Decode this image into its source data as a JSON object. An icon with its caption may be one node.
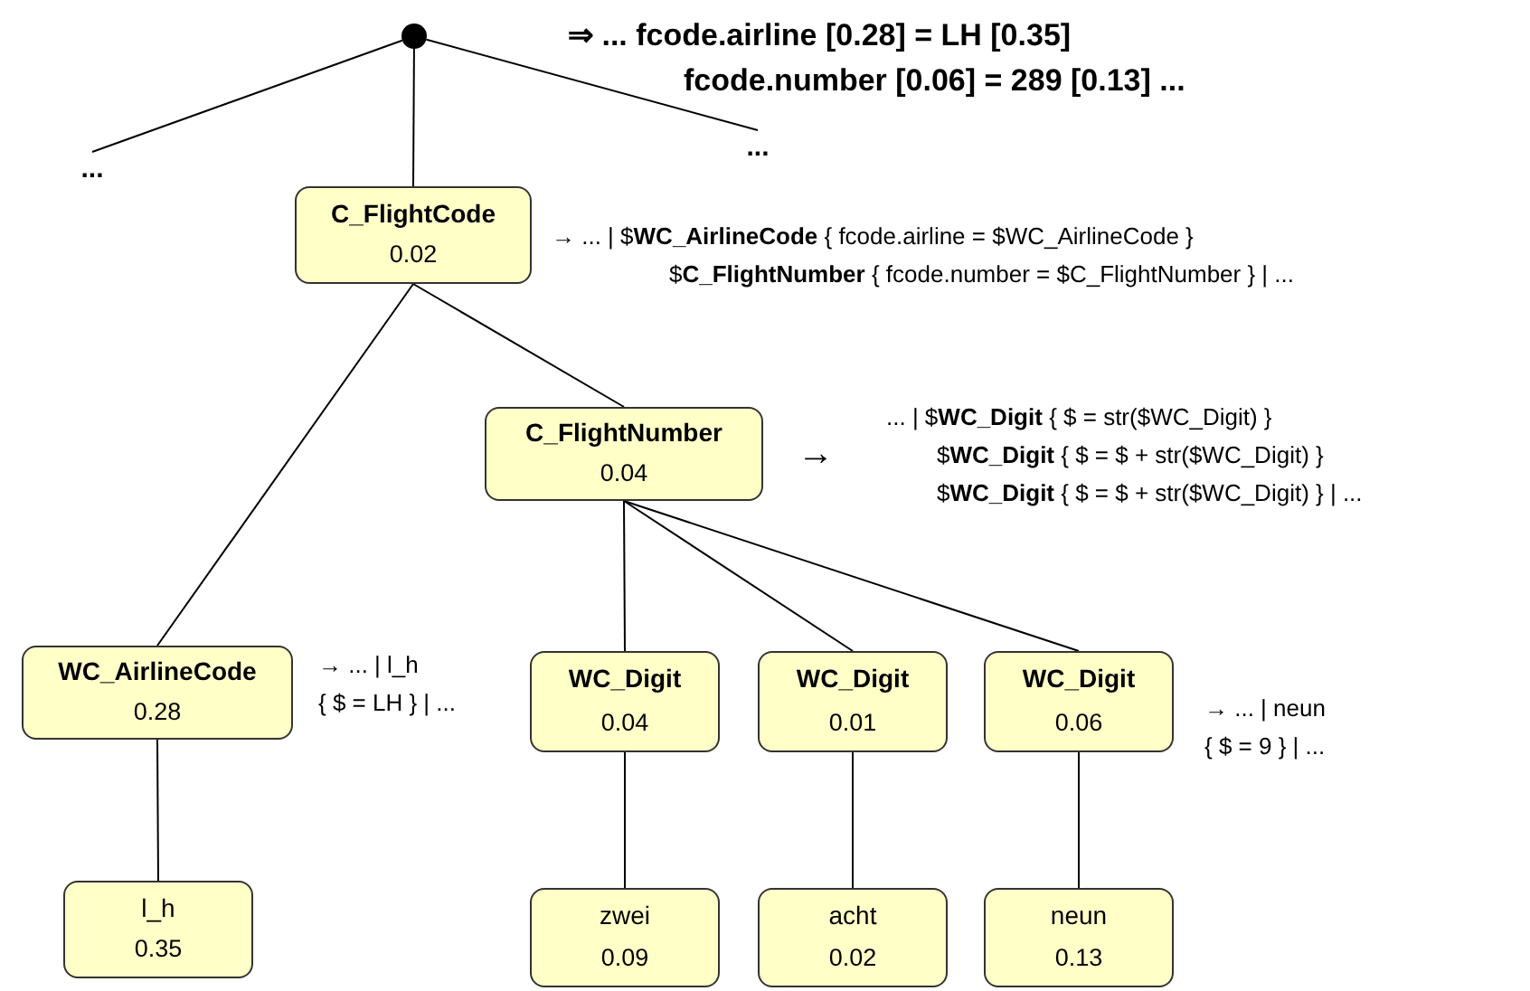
{
  "diagram": {
    "nodes": [
      {
        "text": [],
        "shape": "circle"
      },
      {
        "text": [
          "..."
        ]
      },
      {
        "text": [
          "C_FlightCode",
          "0.02"
        ],
        "beside": [
          "→ ... | $**WC_AirlineCode** { fcode.airline = $WC_AirlineCode }",
          "$**C_FlightNumber** { fcode.number = $C_FlightNumber } | ..."
        ]
      },
      {
        "text": [
          "..."
        ]
      },
      {
        "text": [
          "C_FlightNumber",
          "0.04"
        ],
        "beside": [
          "→",
          "... | $**WC_Digit** { $ = str($WC_Digit) }",
          "$**WC_Digit** { $ = $ + str($WC_Digit) }",
          "$**WC_Digit** { $ = $ + str($WC_Digit) } | ..."
        ]
      },
      {
        "text": [
          "WC_AirlineCode",
          "0.28"
        ],
        "beside": [
          "→ ... | l_h",
          "{ $ = LH } | ..."
        ]
      },
      {
        "text": [
          "WC_Digit",
          "0.04"
        ]
      },
      {
        "text": [
          "WC_Digit",
          "0.01"
        ]
      },
      {
        "text": [
          "WC_Digit",
          "0.06"
        ],
        "beside": [
          "→ ... | neun",
          "{ $ = 9 } | ..."
        ]
      },
      {
        "text": [
          "l_h",
          "0.35"
        ]
      },
      {
        "text": [
          "zwei",
          "0.09"
        ]
      },
      {
        "text": [
          "acht",
          "0.02"
        ]
      },
      {
        "text": [
          "neun",
          "0.13"
        ]
      }
    ],
    "edges": [
      {
        "from": 0,
        "to": 1,
        "arrow": "none"
      },
      {
        "from": 0,
        "to": 2,
        "arrow": "none"
      },
      {
        "from": 0,
        "to": 3,
        "arrow": "none"
      },
      {
        "from": 2,
        "to": 5,
        "arrow": "none"
      },
      {
        "from": 2,
        "to": 4,
        "arrow": "none"
      },
      {
        "from": 4,
        "to": 6,
        "arrow": "none"
      },
      {
        "from": 4,
        "to": 7,
        "arrow": "none"
      },
      {
        "from": 4,
        "to": 8,
        "arrow": "none"
      },
      {
        "from": 5,
        "to": 9,
        "arrow": "none"
      },
      {
        "from": 6,
        "to": 10,
        "arrow": "none"
      },
      {
        "from": 7,
        "to": 11,
        "arrow": "none"
      },
      {
        "from": 8,
        "to": 12,
        "arrow": "none"
      }
    ],
    "labels": [
      "⇒ ... fcode.airline [0.28] = LH [0.35]",
      "fcode.number [0.06] = 289 [0.13] ..."
    ]
  }
}
